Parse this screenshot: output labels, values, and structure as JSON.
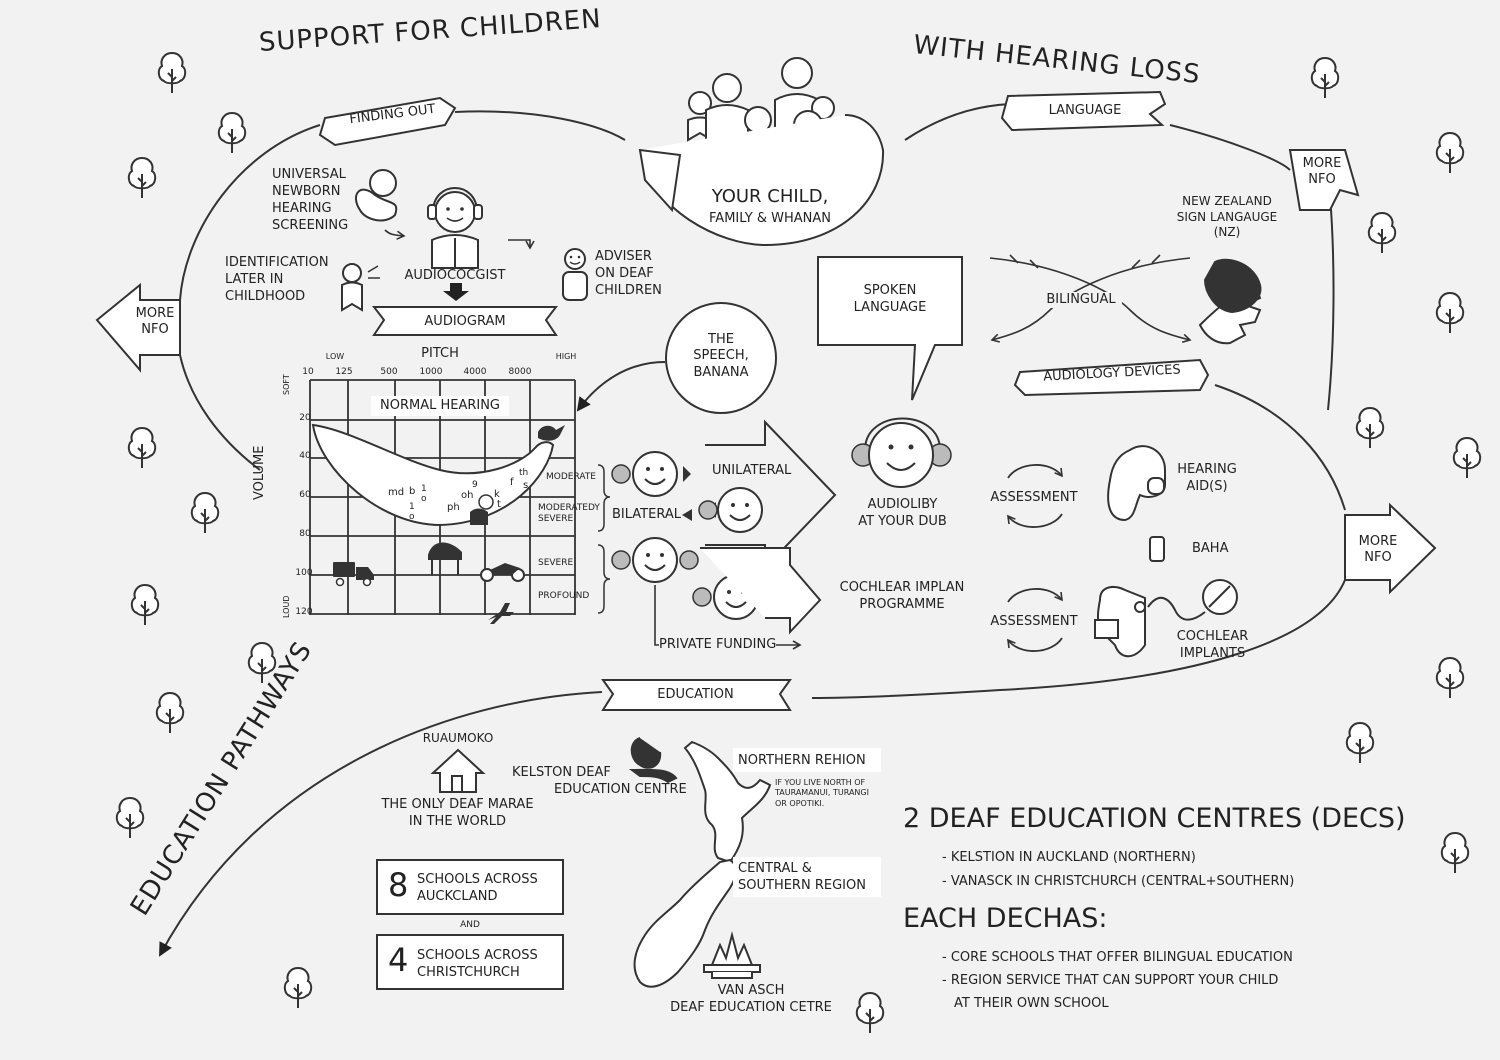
{
  "titles": {
    "left": "SUPPORT FOR CHILDREN",
    "right": "WITH HEARING LOSS",
    "education_pathways": "EDUCATION PATHWAYS"
  },
  "center": {
    "line1": "YOUR CHILD,",
    "line2": "FAMILY & WHANAN"
  },
  "banners": {
    "finding_out": "FINDING OUT",
    "language": "LANGUAGE",
    "audiogram": "AUDIOGRAM",
    "audiology_devices": "AUDIOLOGY DEVICES",
    "education": "EDUCATION"
  },
  "more_info": {
    "left": [
      "MORE",
      "NFO"
    ],
    "top_right": [
      "MORE",
      "NFO"
    ],
    "right": [
      "MORE",
      "NFO"
    ]
  },
  "finding_out": {
    "screening": [
      "UNIVERSAL",
      "NEWBORN",
      "HEARING",
      "SCREENING"
    ],
    "later": [
      "IDENTIFICATION",
      "LATER IN",
      "CHILDHOOD"
    ],
    "audiologist": "AUDIOCOCGIST",
    "adviser": [
      "ADVISER",
      "ON DEAF",
      "CHILDREN"
    ]
  },
  "audiogram": {
    "pitch_label": "PITCH",
    "low": "LOW",
    "high": "HIGH",
    "freqs": [
      "10",
      "125",
      "500",
      "1000",
      "4000",
      "8000"
    ],
    "volume_label": "VOLUME",
    "soft": "SOFT",
    "loud": "LOUD",
    "levels": [
      "20",
      "40",
      "60",
      "80",
      "100",
      "120"
    ],
    "normal_hearing": "NORMAL HEARING",
    "severity": [
      "MODERATE",
      "MODERATEDY SEVERE",
      "SEVERE",
      "PROFOUND"
    ],
    "banana_sounds": [
      "md",
      "b",
      "1",
      "o",
      "1",
      "o",
      "9",
      "oh",
      "ph",
      "k",
      "t",
      "f",
      "s",
      "th"
    ]
  },
  "speech_banana": [
    "THE",
    "SPEECH,",
    "BANANA"
  ],
  "hearing_path": {
    "unilateral": "UNILATERAL",
    "bilateral": "BILATERAL",
    "private_funding": "PRIVATE FUNDING",
    "audiology_club": [
      "AUDIOLIBY",
      "AT YOUR DUB"
    ],
    "cochlear_programme": [
      "COCHLEAR IMPLAN",
      "PROGRAMME"
    ]
  },
  "language": {
    "spoken": [
      "SPOKEN",
      "LANGUAGE"
    ],
    "bilingual": "BILINGUAL",
    "nzsl": [
      "NEW ZEALAND",
      "SIGN LANGAUGE",
      "(NZ)"
    ]
  },
  "devices": {
    "assessment_1": "ASSESSMENT",
    "assessment_2": "ASSESSMENT",
    "hearing_aids": [
      "HEARING",
      "AID(S)"
    ],
    "baha": "BAHA",
    "cochlear_implants": [
      "COCHLEAR",
      "IMPLANTS"
    ]
  },
  "education": {
    "ruaumoko": "RUAUMOKO",
    "marae": [
      "THE ONLY DEAF MARAE",
      "IN THE WORLD"
    ],
    "kelston": [
      "KELSTON DEAF",
      "EDUCATION CENTRE"
    ],
    "northern_region": "NORTHERN REHION",
    "northern_note": [
      "IF YOU LIVE NORTH OF",
      "TAURAMANUI, TURANGI",
      "OR OPOTIKI."
    ],
    "central_region": [
      "CENTRAL &",
      "SOUTHERN REGION"
    ],
    "van_asch": [
      "VAN ASCH",
      "DEAF EDUCATION CETRE"
    ],
    "schools_auckland": {
      "num": "8",
      "text": [
        "SCHOOLS ACROSS",
        "AUCKCLAND"
      ]
    },
    "and": "AND",
    "schools_christchurch": {
      "num": "4",
      "text": [
        "SCHOOLS ACROSS",
        "CHRISTCHURCH"
      ]
    }
  },
  "decs": {
    "heading": "2 DEAF EDUCATION CENTRES (DECS)",
    "items": [
      "- KELSTION IN AUCKLAND (NORTHERN)",
      "- VANASCK IN CHRISTCHURCH (CENTRAL+SOUTHERN)"
    ],
    "heading2": "EACH DECHAS:",
    "items2": [
      "- CORE SCHOOLS THAT OFFER BILINGUAL EDUCATION",
      "- REGION SERVICE THAT CAN SUPPORT YOUR CHILD",
      "AT THEIR OWN SCHOOL"
    ]
  }
}
